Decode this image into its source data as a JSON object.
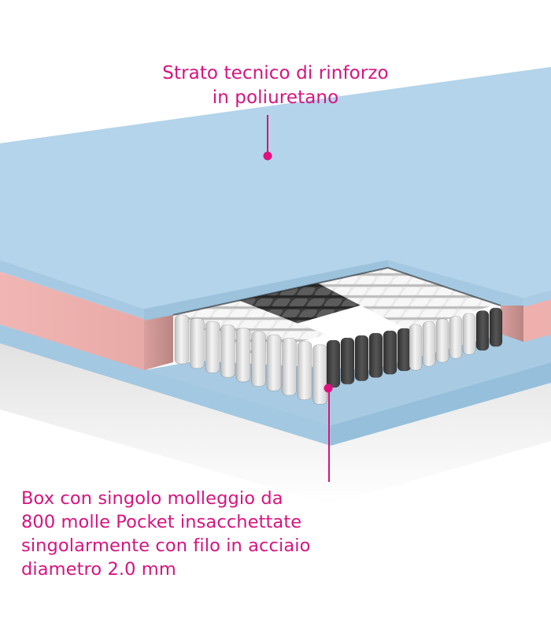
{
  "image": {
    "subject": "mattress cross-section illustration",
    "colors": {
      "background": "#ffffff",
      "foam_top": "#b3d4ea",
      "foam_side": "#9cc2dc",
      "foam_edge": "#a9cce4",
      "comfort_layer": "#efb3b0",
      "comfort_layer_shade": "#d89c9a",
      "springs_light": "#ececec",
      "springs_dark": "#4a4a4a",
      "accent": "#d6147f"
    }
  },
  "callouts": [
    {
      "id": "top-layer",
      "lines": [
        "Strato tecnico di rinforzo",
        "in poliuretano"
      ]
    },
    {
      "id": "spring-box",
      "lines": [
        "Box con singolo molleggio da",
        "800 molle Pocket insacchettate",
        "singolarmente con filo in acciaio",
        "diametro 2.0 mm"
      ]
    }
  ]
}
